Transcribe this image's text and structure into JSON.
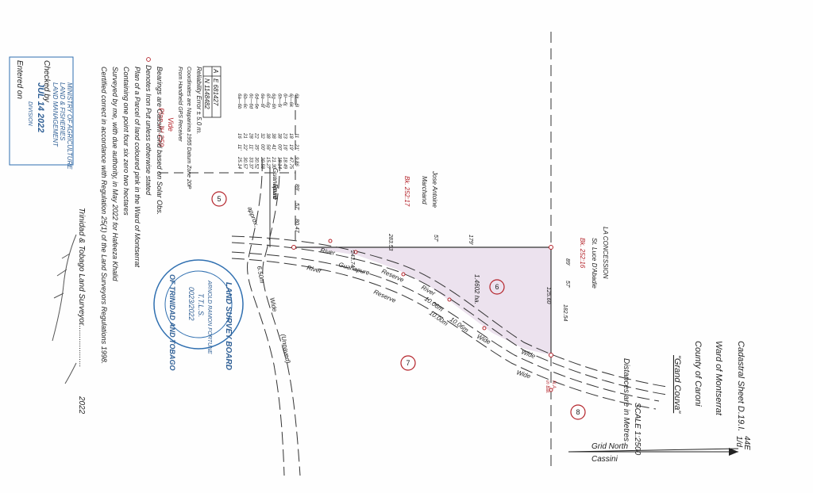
{
  "vide": {
    "label": "Vide",
    "plan": "Plan JH.259"
  },
  "header": {
    "cadastral_sheet": "Cadastral Sheet D.19.I.",
    "sheet_fraction_top": "44E",
    "sheet_fraction_bottom": "1/d",
    "ward": "Ward of Montserrat",
    "county": "County of Caroni",
    "place": "\"Grand Couva\""
  },
  "scale": {
    "text": "SCALE 1:2500",
    "distances": "Distances are in Metres"
  },
  "north": {
    "grid_north": "Grid North",
    "cassini": "Cassini"
  },
  "parcels": {
    "la_concession": "LA CONCESSION",
    "st_luce": "St. Luce D'Abadie",
    "bk_north": "Bk. 252:16",
    "jose_line1": "Jose Antoine",
    "jose_line2": "Marchand",
    "bk_west": "Bk. 252:17",
    "area": "1.4602 ha.",
    "lot6": "6",
    "lot5": "5",
    "lot7": "7",
    "lot8": "8"
  },
  "roads": {
    "river": "River",
    "guanapure": "Guanapure",
    "reserve": "Reserve",
    "wide_1006": "10.06m",
    "wide_1000": "10.00m",
    "wide": "Wide",
    "w650": "6.50m",
    "unpaved": "(Unpaved)",
    "guanapure_road": "Guanapure",
    "road": "Road",
    "approx": "approx."
  },
  "dimensions": {
    "n1": "179'",
    "n2": "57'",
    "d283": "283.53",
    "d24374": "243.74",
    "b89_top": "89'",
    "b57_top": "57'",
    "d12560": "125.60",
    "d18254": "182.54",
    "b89_w": "89'",
    "b57_w": "57'",
    "d8047": "80.47",
    "in_bal": "in Bal.",
    "na": "N.A."
  },
  "bearings": [
    {
      "stn": "6a—6b",
      "deg": "16",
      "min": "11'",
      "dist": "25.14"
    },
    {
      "stn": "6b—6c",
      "deg": "21",
      "min": "22'",
      "dist": "30.57"
    },
    {
      "stn": "6c—6d",
      "deg": "28",
      "min": "11'",
      "dist": "33.37"
    },
    {
      "stn": "6d—6e",
      "deg": "22",
      "min": "35'",
      "dist": "30.52"
    },
    {
      "stn": "6e—6f",
      "deg": "32",
      "min": "00'",
      "dist": "20.58"
    },
    {
      "stn": "6f—6g",
      "deg": "38",
      "min": "56'",
      "dist": "15.27"
    },
    {
      "stn": "6g—6h",
      "deg": "38",
      "min": "41'",
      "dist": "21.30"
    },
    {
      "stn": "6h—6i",
      "deg": "38",
      "min": "00'",
      "dist": "18.14"
    },
    {
      "stn": "6i—6j",
      "deg": "23",
      "min": "16'",
      "dist": "18.49"
    },
    {
      "stn": "6j—6k",
      "deg": "18",
      "min": "19'",
      "dist": "47.75"
    },
    {
      "stn": "6k—6l",
      "deg": "11",
      "min": "21'",
      "dist": "9.86"
    }
  ],
  "coords": {
    "e": "E 681427",
    "n": "N 1148482",
    "a": "A"
  },
  "notes": {
    "reliability": "Reliability Error ± 5.0 m.",
    "coords_on": "Coordinates are Naparima 1955 Datum Zone 20P",
    "from_handheld": "From Handheld GPS Receiver",
    "bearings": "Bearings are Cassini Grid based on Solar Obs.",
    "iron_put": "Denotes Iron Put unless otherwise stated",
    "plan_of": "Plan of a Parcel of land coloured pink in the Ward of Montserrat",
    "containing": "Containing one point four six zero two hectares",
    "surveyed": "Surveyed by me, with due authority, in May 2022 for Hafeeza Khalid",
    "certified": "Certified correct in accordance with Regulation 25(1) of the Land Surveyors Regulations 1998.",
    "surveyor": "Trinidad & Tobago Land Surveyor",
    "year": "2022"
  },
  "ministry_stamp": {
    "l1": "MINISTRY OF AGRICULTURE",
    "l2": "LAND & FISHERIES",
    "l3": "LAND MANAGEMENT",
    "checked": "Checked by",
    "date": "JUL 14 2022",
    "division": "DIVISION",
    "entered": "Entered on"
  },
  "board_stamp": {
    "outer": "LAND SURVEY BOARD",
    "outer_bottom": "OF TRINIDAD AND TOBAGO",
    "name": "ARNOLD RAMON FORTUNE",
    "ttls": "T.T.L.S.",
    "num": "0023/2022"
  }
}
